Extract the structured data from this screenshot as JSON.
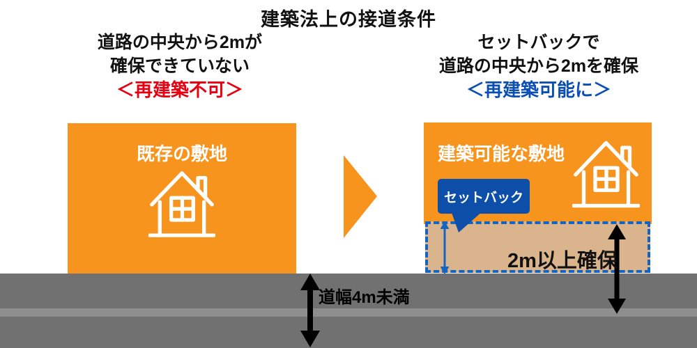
{
  "title": "建築法上の接道条件",
  "colors": {
    "orange": "#F7941D",
    "red": "#E60012",
    "status_blue": "#0B4FB4",
    "bubble_blue": "#0D4FA8",
    "dashed_blue": "#1565C0",
    "tan": "#D9B48C",
    "road_gray": "#717171",
    "road_stripe": "#8E8E8E"
  },
  "left_panel": {
    "heading_line1": "道路の中央から2mが",
    "heading_line2": "確保できていない",
    "status": "＜再建築不可＞",
    "site_label": "既存の敷地"
  },
  "right_panel": {
    "heading_line1": "セットバックで",
    "heading_line2": "道路の中央から2mを確保",
    "status": "＜再建築可能に＞",
    "site_label": "建築可能な敷地",
    "setback_label": "セットバック",
    "clearance_label": "2m以上確保"
  },
  "road": {
    "label": "道幅4m未満"
  }
}
